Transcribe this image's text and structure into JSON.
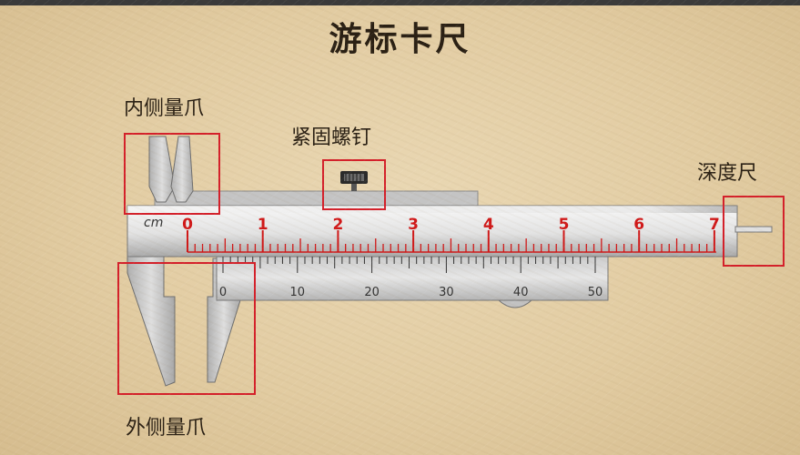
{
  "title": "游标卡尺",
  "labels": {
    "inner_jaws": "内侧量爪",
    "lock_screw": "紧固螺钉",
    "depth_rod": "深度尺",
    "outer_jaws": "外侧量爪"
  },
  "main_scale": {
    "unit": "cm",
    "numbers": [
      "0",
      "1",
      "2",
      "3",
      "4",
      "5",
      "6",
      "7"
    ],
    "minor_divisions_per_unit": 10,
    "color": "#d01818"
  },
  "vernier_scale": {
    "numbers": [
      "0",
      "10",
      "20",
      "30",
      "40",
      "50"
    ],
    "divisions": 50,
    "color": "#333333"
  },
  "colors": {
    "highlight_box": "#d4202a",
    "text": "#2a2014"
  }
}
